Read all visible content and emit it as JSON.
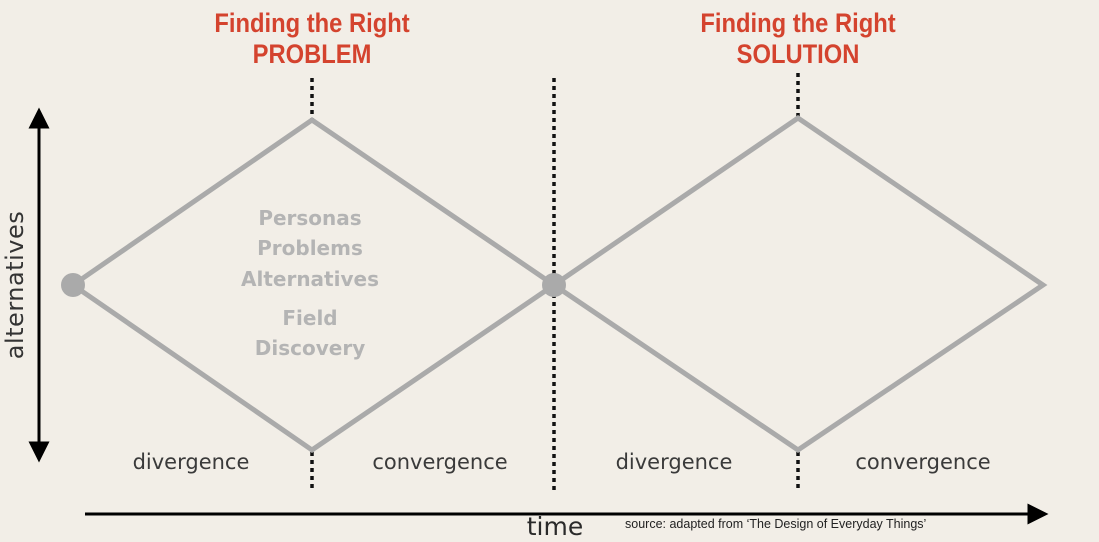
{
  "titles": {
    "problem_line1": "Finding the Right",
    "problem_line2": "PROBLEM",
    "solution_line1": "Finding the Right",
    "solution_line2": "SOLUTION"
  },
  "phases": {
    "problem_divergence": "divergence",
    "problem_convergence": "convergence",
    "solution_divergence": "divergence",
    "solution_convergence": "convergence"
  },
  "problem_items": [
    "Personas",
    "Problems",
    "Alternatives",
    "Field",
    "Discovery"
  ],
  "axes": {
    "y_label": "alternatives",
    "x_label": "time"
  },
  "source": "source: adapted from ‘The Design of Everyday Things’",
  "colors": {
    "background": "#f2eee7",
    "title": "#d4432e",
    "diamond": "#aaaaaa",
    "items": "#b4b4b4",
    "axis": "#000000"
  }
}
